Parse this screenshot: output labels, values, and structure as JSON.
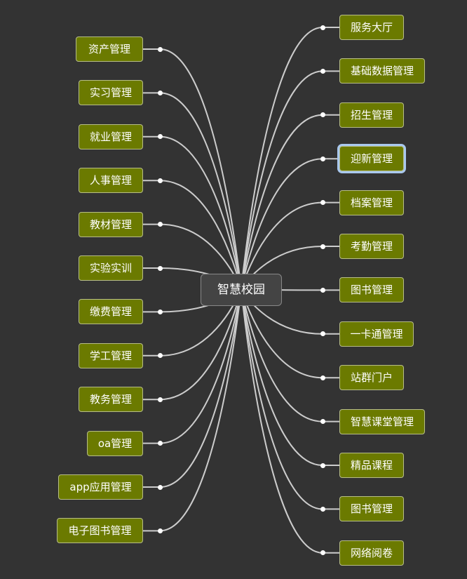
{
  "root": {
    "label": "智慧校园"
  },
  "left_nodes": [
    {
      "label": "资产管理"
    },
    {
      "label": "实习管理"
    },
    {
      "label": "就业管理"
    },
    {
      "label": "人事管理"
    },
    {
      "label": "教材管理"
    },
    {
      "label": "实验实训"
    },
    {
      "label": "缴费管理"
    },
    {
      "label": "学工管理"
    },
    {
      "label": "教务管理"
    },
    {
      "label": "oa管理"
    },
    {
      "label": "app应用管理"
    },
    {
      "label": "电子图书管理"
    }
  ],
  "right_nodes": [
    {
      "label": "服务大厅"
    },
    {
      "label": "基础数据管理"
    },
    {
      "label": "招生管理"
    },
    {
      "label": "迎新管理",
      "selected": true
    },
    {
      "label": "档案管理"
    },
    {
      "label": "考勤管理"
    },
    {
      "label": "图书管理"
    },
    {
      "label": "一卡通管理"
    },
    {
      "label": "站群门户"
    },
    {
      "label": "智慧课堂管理"
    },
    {
      "label": "精品课程"
    },
    {
      "label": "图书管理"
    },
    {
      "label": "网络阅卷"
    }
  ],
  "colors": {
    "background": "#333333",
    "node_fill": "#6b7a00",
    "node_border": "#b7bd88",
    "link": "#cccccc",
    "selection": "#a9c8ee"
  }
}
